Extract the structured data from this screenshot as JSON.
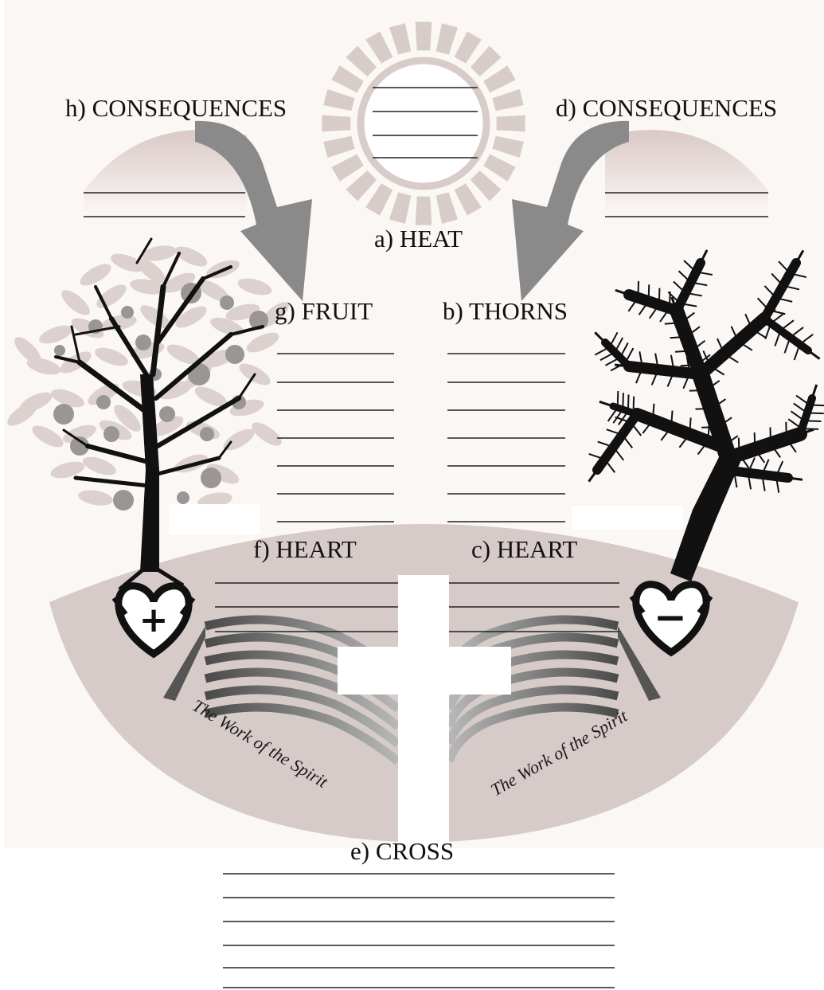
{
  "labels": {
    "heat": "a) HEAT",
    "thorns": "b) THORNS",
    "heart_right": "c) HEART",
    "consequences_right": "d) CONSEQUENCES",
    "cross": "e) CROSS",
    "heart_left": "f) HEART",
    "fruit": "g) FRUIT",
    "consequences_left": "h) CONSEQUENCES"
  },
  "spirit_text": "The Work of the Spirit",
  "heart_symbols": {
    "left": "+",
    "right": "−"
  },
  "icons": [
    "sun-icon",
    "fruit-tree-icon",
    "thorn-tree-icon",
    "cross-icon",
    "heart-icon",
    "arrow-icon"
  ],
  "colors": {
    "background": "#fbf7f5",
    "earth": "#d6cbc8",
    "leaf": "#dcd1cf",
    "fruit": "#9a9696",
    "arrow": "#8a8a8a",
    "ink": "#111111"
  }
}
